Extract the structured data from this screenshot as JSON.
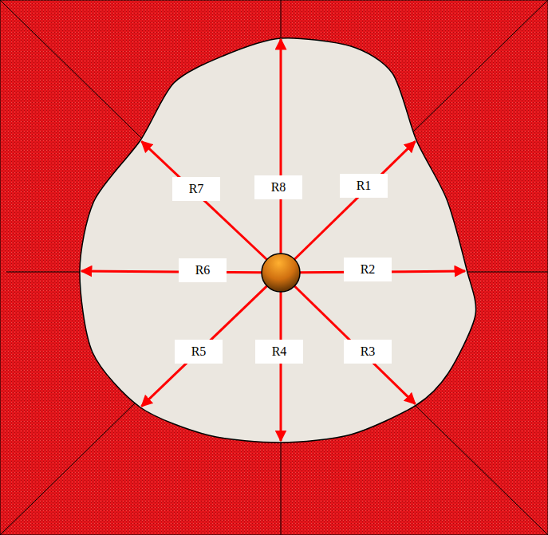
{
  "diagram": {
    "nodes": [
      {
        "text": [
          "R7"
        ]
      },
      {
        "text": [
          "R8"
        ]
      },
      {
        "text": [
          "R1"
        ]
      },
      {
        "text": [
          "R6"
        ]
      },
      {
        "text": [
          "R2"
        ]
      },
      {
        "text": [
          "R5"
        ]
      },
      {
        "text": [
          "R4"
        ]
      },
      {
        "text": [
          "R3"
        ]
      }
    ]
  }
}
